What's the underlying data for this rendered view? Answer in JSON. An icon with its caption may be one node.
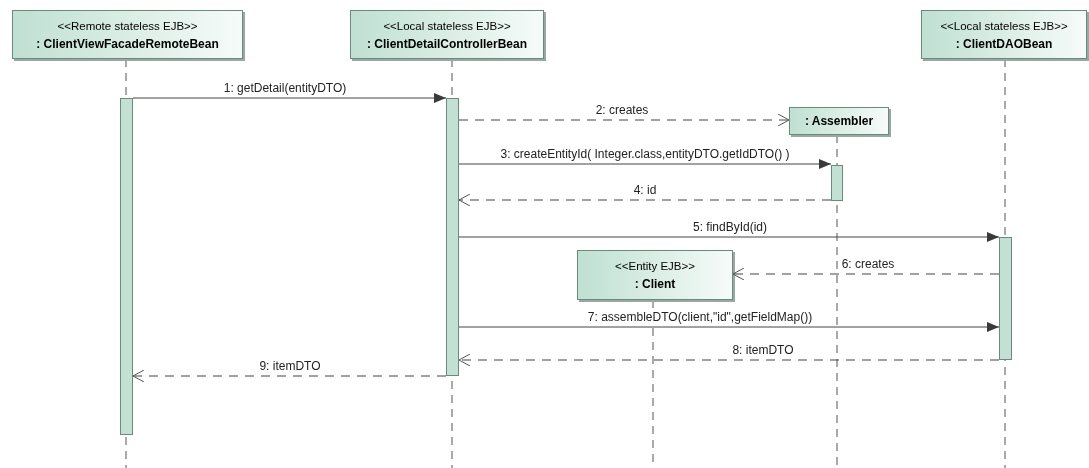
{
  "diagram": {
    "nodes": [
      {
        "text": [
          "<<Remote stateless EJB>>",
          ": ClientViewFacadeRemoteBean"
        ]
      },
      {
        "text": [
          "<<Local stateless EJB>>",
          ": ClientDetailControllerBean"
        ]
      },
      {
        "text": [
          "<<Local stateless EJB>>",
          ": ClientDAOBean"
        ]
      },
      {
        "text": [
          ": Assembler"
        ]
      },
      {
        "text": [
          "<<Entity EJB>>",
          ": Client"
        ]
      },
      {
        "text": [],
        "shape": "bar"
      },
      {
        "text": [],
        "shape": "bar"
      },
      {
        "text": [],
        "shape": "bar"
      },
      {
        "text": [],
        "shape": "bar"
      }
    ],
    "edges": [
      {
        "from": 5,
        "to": 6,
        "arrow": "to",
        "label": "1: getDetail(entityDTO)"
      },
      {
        "from": 6,
        "to": 3,
        "arrow": "to",
        "label": "2: creates",
        "style": "dashed"
      },
      {
        "from": 6,
        "to": 7,
        "arrow": "to",
        "label": "3: createEntityId( Integer.class,entityDTO.getIdDTO() )"
      },
      {
        "from": 7,
        "to": 6,
        "arrow": "to",
        "label": "4: id",
        "style": "dashed"
      },
      {
        "from": 6,
        "to": 8,
        "arrow": "to",
        "label": "5: findById(id)"
      },
      {
        "from": 8,
        "to": 4,
        "arrow": "to",
        "label": "6: creates",
        "style": "dashed"
      },
      {
        "from": 6,
        "to": 8,
        "arrow": "to",
        "label": "7: assembleDTO(client,\"id\",getFieldMap())"
      },
      {
        "from": 8,
        "to": 6,
        "arrow": "to",
        "label": "8: itemDTO",
        "style": "dashed"
      },
      {
        "from": 6,
        "to": 5,
        "arrow": "to",
        "label": "9: itemDTO",
        "style": "dashed"
      }
    ]
  }
}
